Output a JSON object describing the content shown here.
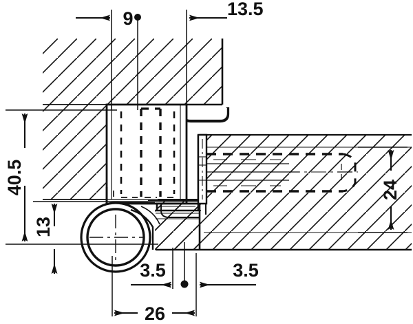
{
  "drawing": {
    "type": "technical-section-drawing",
    "subject": "concealed cabinet hinge cross-section",
    "units": "mm",
    "line_color": "#111111",
    "hatch_color": "#111111",
    "background_color": "#ffffff"
  },
  "dimensions": {
    "top": [
      {
        "id": "dim-9",
        "label": "9",
        "orientation": "horizontal",
        "position": "top-left"
      },
      {
        "id": "dim-13-5",
        "label": "13.5",
        "orientation": "horizontal",
        "position": "top-right"
      }
    ],
    "left": [
      {
        "id": "dim-40-5",
        "label": "40.5",
        "orientation": "vertical",
        "position": "left-outer"
      },
      {
        "id": "dim-13",
        "label": "13",
        "orientation": "vertical",
        "position": "left-inner"
      }
    ],
    "right": [
      {
        "id": "dim-24",
        "label": "24",
        "orientation": "vertical",
        "position": "right-outer"
      }
    ],
    "bottom": [
      {
        "id": "dim-3-5-left",
        "label": "3.5",
        "orientation": "horizontal",
        "position": "bottom-center-left"
      },
      {
        "id": "dim-3-5-right",
        "label": "3.5",
        "orientation": "horizontal",
        "position": "bottom-center-right"
      },
      {
        "id": "dim-26",
        "label": "26",
        "orientation": "horizontal",
        "position": "bottom"
      }
    ]
  },
  "components": {
    "door_panel": "hatched door leaf (upper left)",
    "cabinet_side": "hatched cabinet side panel (right)",
    "hinge_cup": "hinge cup bored into door",
    "hinge_knuckle": "cylindrical hinge barrel / pivot",
    "mounting_plate": "mounting plate with hidden screw outline",
    "gasket": "rounded edge profile at door face"
  }
}
